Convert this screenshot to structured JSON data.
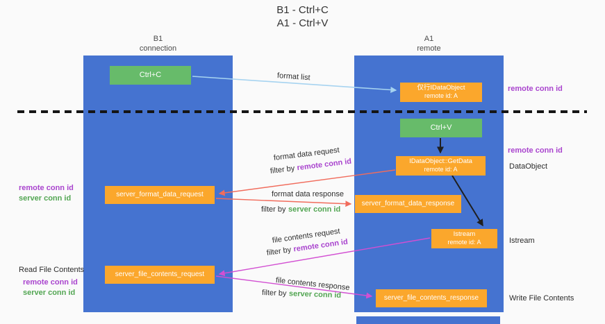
{
  "title": {
    "line1": "B1 - Ctrl+C",
    "line2": "A1 - Ctrl+V"
  },
  "lifelines": {
    "left": {
      "name": "B1",
      "role": "connection"
    },
    "right": {
      "name": "A1",
      "role": "remote"
    }
  },
  "nodes": {
    "ctrl_c": {
      "label": "Ctrl+C"
    },
    "ctrl_v": {
      "label": "Ctrl+V"
    },
    "idataobject": {
      "line1": "仅行IDataObject",
      "line2": "remote id: A"
    },
    "getdata": {
      "line1": "IDataObject::GetData",
      "line2": "remote id: A"
    },
    "istream": {
      "line1": "Istream",
      "line2": "remote id: A"
    },
    "format_request": {
      "label": "server_format_data_request"
    },
    "format_response": {
      "label": "server_format_data_response"
    },
    "file_request": {
      "label": "server_file_contents_request"
    },
    "file_response": {
      "label": "server_file_contents_response"
    }
  },
  "edge_labels": {
    "format_list": "format list",
    "format_data_request": "format data request",
    "format_data_response": "format data response",
    "file_contents_request": "file contents request",
    "file_contents_response": "file contents response",
    "filter_by": "filter by",
    "remote_conn_id": "remote conn id",
    "server_conn_id": "server conn id"
  },
  "annotations": {
    "remote_conn_id": "remote conn id",
    "server_conn_id": "server conn id",
    "read_file_contents": "Read File Contents",
    "write_file_contents": "Write File Contents",
    "dataobject": "DataObject",
    "istream": "Istream"
  },
  "colors": {
    "lifeline_blue": "#4573D0",
    "node_orange": "#FBA72C",
    "node_green": "#67BB6A",
    "arrow_format_list": "#A6D3F0",
    "arrow_format_data": "#F16C5C",
    "arrow_file_contents": "#D24FD2",
    "arrow_black": "#1F1F1F",
    "text_purple": "#A944CE",
    "text_green": "#53A653"
  }
}
